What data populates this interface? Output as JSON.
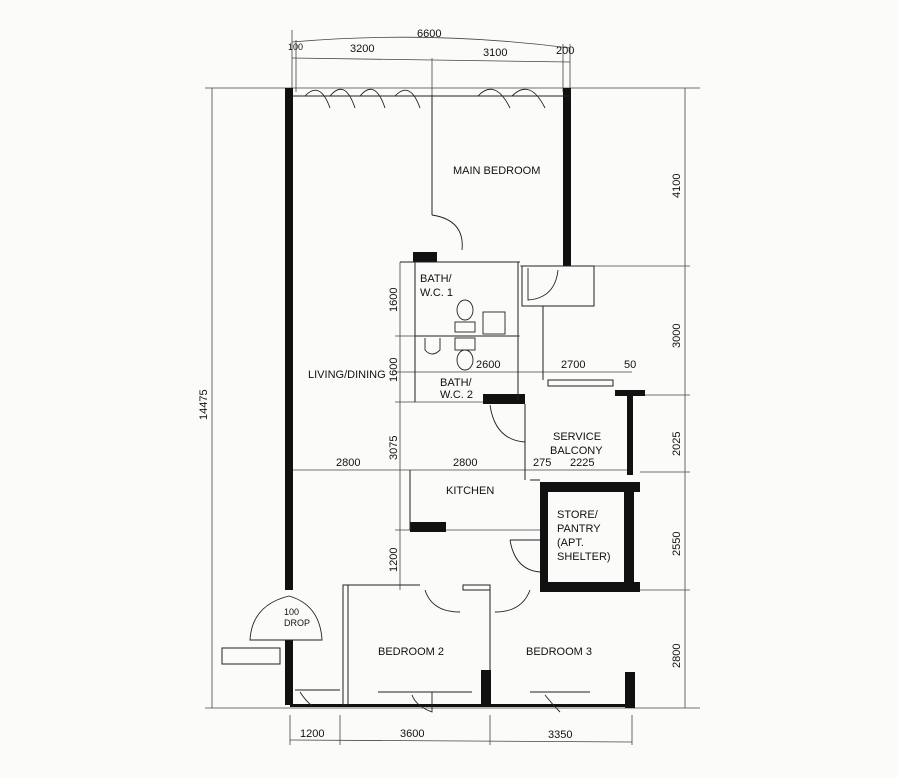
{
  "rooms": {
    "main_bedroom": "MAIN BEDROOM",
    "bath1_l1": "BATH/",
    "bath1_l2": "W.C. 1",
    "bath2_l1": "BATH/",
    "bath2_l2": "W.C. 2",
    "living": "LIVING/DINING",
    "service_l1": "SERVICE",
    "service_l2": "BALCONY",
    "kitchen": "KITCHEN",
    "store_l1": "STORE/",
    "store_l2": "PANTRY",
    "store_l3": "(APT.",
    "store_l4": "SHELTER)",
    "bedroom2": "BEDROOM 2",
    "bedroom3": "BEDROOM 3",
    "drop_l1": "100",
    "drop_l2": "DROP"
  },
  "dimensions": {
    "top_total": "6600",
    "top_100": "100",
    "top_3200": "3200",
    "top_3100": "3100",
    "top_200": "200",
    "left_total": "14475",
    "right_4100": "4100",
    "right_3000": "3000",
    "right_2025": "2025",
    "right_2550": "2550",
    "right_2800": "2800",
    "inner_1600a": "1600",
    "inner_1600b": "1600",
    "inner_3075": "3075",
    "inner_1200": "1200",
    "inner_2600": "2600",
    "inner_2700": "2700",
    "inner_50": "50",
    "inner_2800a": "2800",
    "inner_2800b": "2800",
    "inner_275": "275",
    "inner_2225": "2225",
    "bottom_1200": "1200",
    "bottom_3600": "3600",
    "bottom_3350": "3350"
  }
}
